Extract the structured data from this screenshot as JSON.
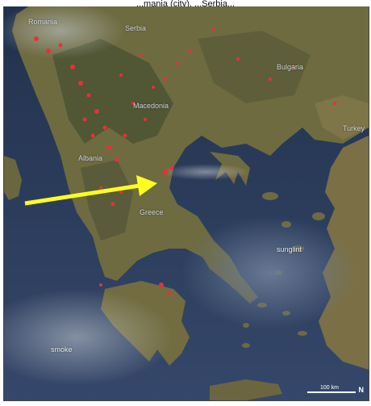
{
  "caption": "...mania (city), ...Serbia...",
  "labels": {
    "serbia": "Serbia",
    "bulgaria": "Bulgaria",
    "macedonia": "Macedonia",
    "albania": "Albania",
    "greece": "Greece",
    "turkey": "Turkey",
    "sunglint": "sunglint",
    "smoke": "smoke",
    "romania": "Romania"
  },
  "scale_bar": "100 km",
  "north_arrow": "N",
  "colors": {
    "sea": "#2b3a55",
    "land": "#6c6a3f",
    "fire": "#e8303a",
    "arrow": "#ffff1e"
  },
  "icons": [
    "fire-icon",
    "arrow-icon",
    "north-arrow-icon"
  ]
}
